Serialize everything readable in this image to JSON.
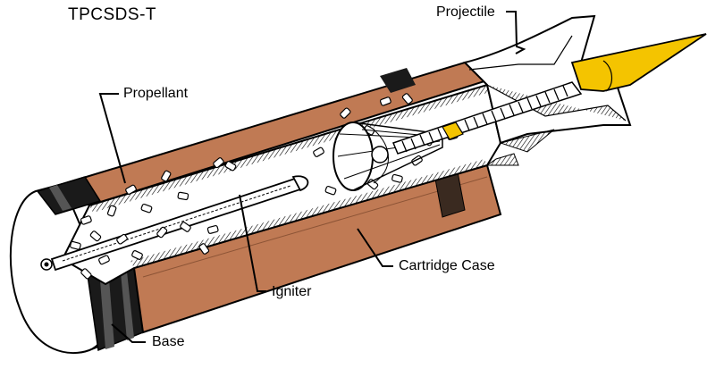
{
  "title": "TPCSDS-T",
  "labels": {
    "projectile": "Projectile",
    "propellant": "Propellant",
    "igniter": "Igniter",
    "cartridge_case": "Cartridge Case",
    "base": "Base"
  },
  "colors": {
    "case": "#c07a54",
    "projectile_tip": "#f4c400",
    "outline": "#000000",
    "interior": "#ffffff"
  }
}
